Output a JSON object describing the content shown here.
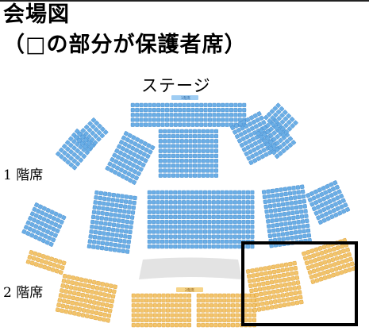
{
  "header": {
    "title": "会場図",
    "subtitle": "（□の部分が保護者席）"
  },
  "map": {
    "stage_label": "ステージ",
    "floor1_label": "1 階席",
    "floor2_label": "2 階席",
    "floor1_band_label": "1階席",
    "floor2_band_label": "2階席",
    "colors": {
      "floor1_seat": "#6aaee6",
      "floor1_seat_stroke": "#3f86c9",
      "floor2_seat": "#f3c46b",
      "floor2_seat_stroke": "#d99a2b",
      "stage_area": "#e6e6e6",
      "guardian_box": "#000000"
    }
  }
}
